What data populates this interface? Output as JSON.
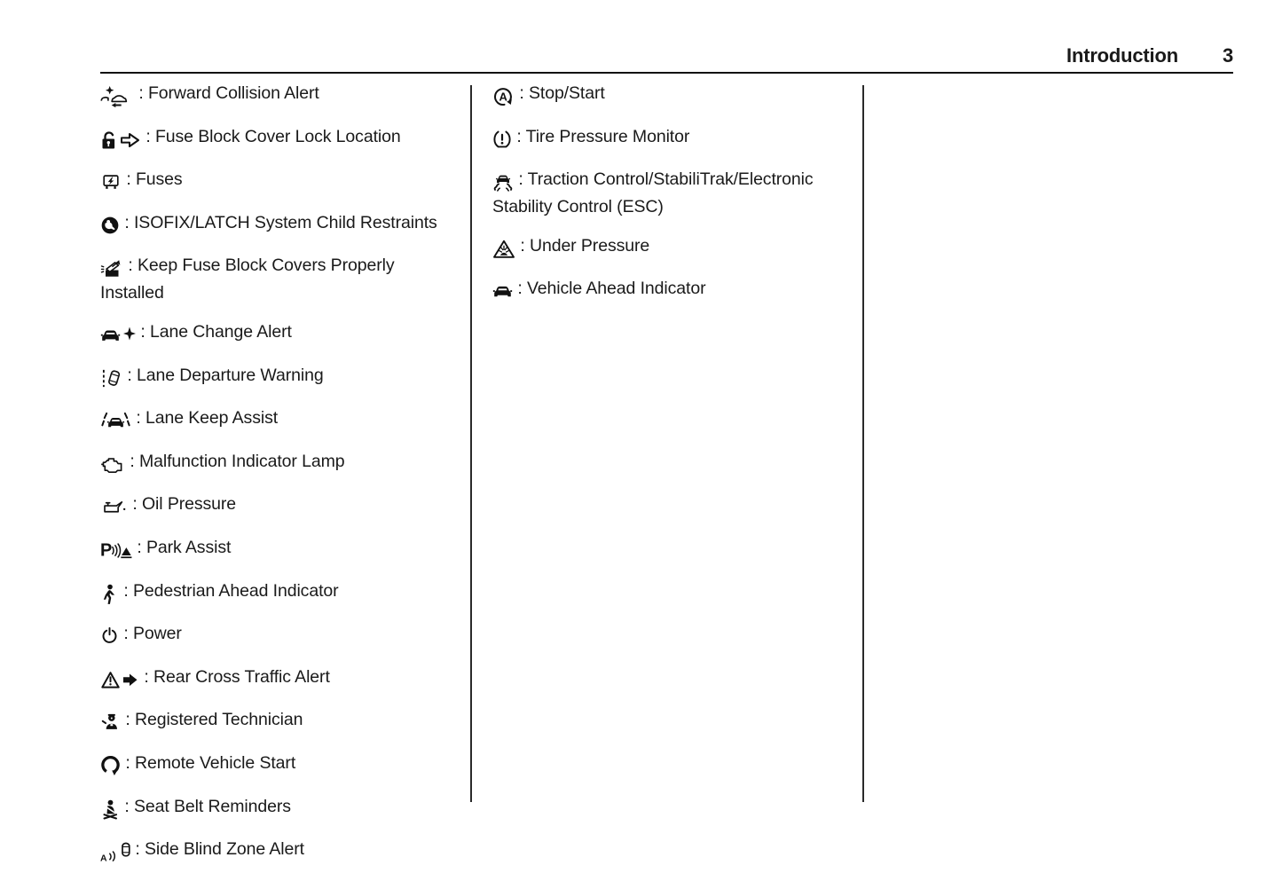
{
  "page": {
    "background_color": "#ffffff",
    "text_color": "#1a1a1a",
    "rule_color": "#111111"
  },
  "header": {
    "title": "Introduction",
    "page_number": "3"
  },
  "separator": " : ",
  "legend_columns": [
    {
      "items": [
        {
          "icon": "forward-collision-alert-icon",
          "label": "Forward Collision Alert"
        },
        {
          "icon": "fuse-block-cover-lock-icon",
          "label": "Fuse Block Cover Lock Location"
        },
        {
          "icon": "fuses-icon",
          "label": "Fuses"
        },
        {
          "icon": "isofix-latch-child-restraints-icon",
          "label": "ISOFIX/LATCH System Child Restraints"
        },
        {
          "icon": "keep-fuse-block-covers-icon",
          "label": "Keep Fuse Block Covers Properly Installed"
        },
        {
          "icon": "lane-change-alert-icon",
          "label": "Lane Change Alert"
        },
        {
          "icon": "lane-departure-warning-icon",
          "label": "Lane Departure Warning"
        },
        {
          "icon": "lane-keep-assist-icon",
          "label": "Lane Keep Assist"
        },
        {
          "icon": "malfunction-indicator-lamp-icon",
          "label": "Malfunction Indicator Lamp"
        },
        {
          "icon": "oil-pressure-icon",
          "label": "Oil Pressure"
        },
        {
          "icon": "park-assist-icon",
          "label": "Park Assist"
        },
        {
          "icon": "pedestrian-ahead-indicator-icon",
          "label": "Pedestrian Ahead Indicator"
        },
        {
          "icon": "power-icon",
          "label": "Power"
        },
        {
          "icon": "rear-cross-traffic-alert-icon",
          "label": "Rear Cross Traffic Alert"
        },
        {
          "icon": "registered-technician-icon",
          "label": "Registered Technician"
        },
        {
          "icon": "remote-vehicle-start-icon",
          "label": "Remote Vehicle Start"
        },
        {
          "icon": "seat-belt-reminders-icon",
          "label": "Seat Belt Reminders"
        },
        {
          "icon": "side-blind-zone-alert-icon",
          "label": "Side Blind Zone Alert"
        }
      ]
    },
    {
      "items": [
        {
          "icon": "stop-start-icon",
          "label": "Stop/Start"
        },
        {
          "icon": "tire-pressure-monitor-icon",
          "label": "Tire Pressure Monitor"
        },
        {
          "icon": "traction-control-stabilitrak-esc-icon",
          "label": "Traction Control/StabiliTrak/Electronic Stability Control (ESC)"
        },
        {
          "icon": "under-pressure-icon",
          "label": "Under Pressure"
        },
        {
          "icon": "vehicle-ahead-indicator-icon",
          "label": "Vehicle Ahead Indicator"
        }
      ]
    },
    {
      "items": []
    }
  ]
}
